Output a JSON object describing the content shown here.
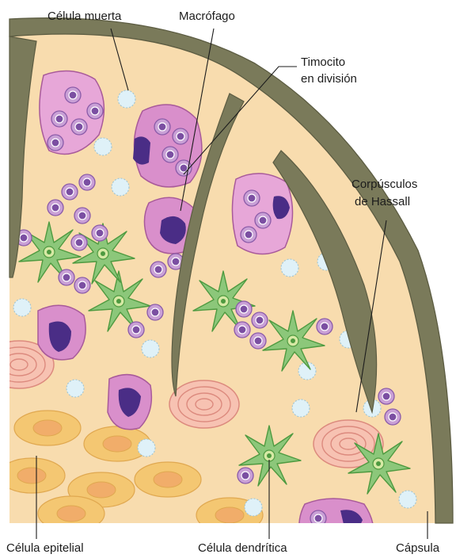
{
  "labels": {
    "dead_cell": "Célula muerta",
    "macrophage": "Macrófago",
    "dividing_thymocyte_line1": "Timocito",
    "dividing_thymocyte_line2": "en división",
    "hassall_line1": "Corpúsculos",
    "hassall_line2": "de Hassall",
    "epithelial_cell": "Célula epitelial",
    "dendritic_cell": "Célula dendrítica",
    "capsule": "Cápsula"
  },
  "colors": {
    "capsule": "#7a7a5a",
    "capsule_edge": "#5c5c42",
    "tissue": "#f8dcae",
    "thymocyte_fill": "#c9a0d6",
    "thymocyte_nucleus": "#7b4fa2",
    "macrophage_fill": "#d98fcb",
    "macrophage_nucleus": "#4a2d86",
    "dendritic_fill": "#8cc77a",
    "dendritic_edge": "#4e9a40",
    "dead_cell": "#dff1f8",
    "epithelial_fill": "#f4c772",
    "epithelial_nucleus": "#f1ad6a",
    "hassall_fill": "#f7c2b2",
    "hassall_line": "#dc8a7e"
  }
}
